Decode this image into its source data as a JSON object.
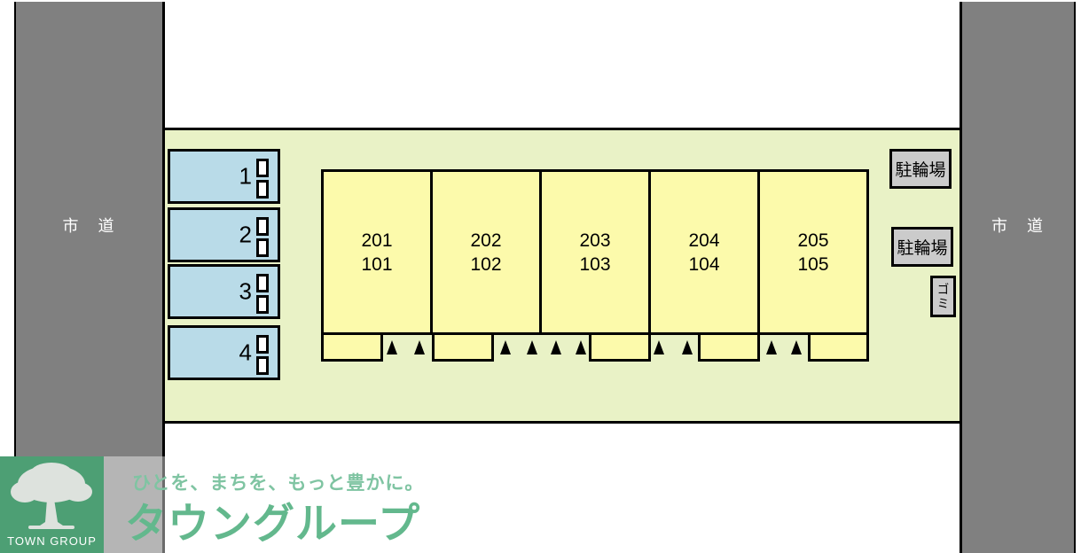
{
  "roads": {
    "left": {
      "label": "市　道"
    },
    "right": {
      "label": "市　道"
    }
  },
  "site": {
    "parking_spaces": [
      {
        "number": "1"
      },
      {
        "number": "2"
      },
      {
        "number": "3"
      },
      {
        "number": "4"
      }
    ],
    "building": {
      "units": [
        {
          "upper": "201",
          "lower": "101"
        },
        {
          "upper": "202",
          "lower": "102"
        },
        {
          "upper": "203",
          "lower": "103"
        },
        {
          "upper": "204",
          "lower": "104"
        },
        {
          "upper": "205",
          "lower": "105"
        }
      ]
    },
    "bike_parking": [
      {
        "label": "駐輪場"
      },
      {
        "label": "駐輪場"
      }
    ],
    "trash": {
      "label": "ゴミ"
    }
  },
  "logo": {
    "company": "TOWN GROUP",
    "slogan": "ひとを、まちを、もっと豊かに。",
    "brand": "タウングループ"
  },
  "colors": {
    "road_gray": "#808080",
    "site_green": "#e9f2c6",
    "parking_blue": "#b9dbe8",
    "building_yellow": "#fcfaab",
    "bike_box_gray": "#cbcbcb",
    "logo_green": "#4d9f74",
    "brand_green": "#63b88d"
  }
}
